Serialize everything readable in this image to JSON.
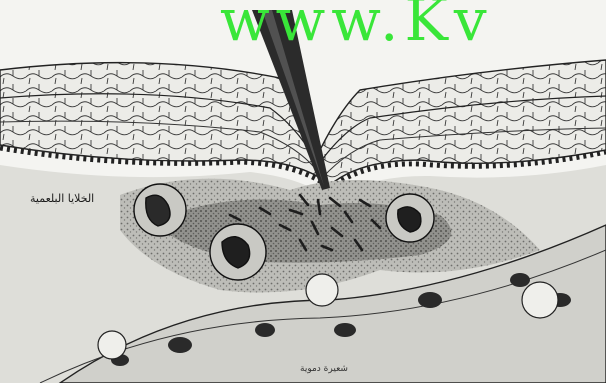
{
  "watermark": {
    "text": "www.Kv",
    "color": "#39e639"
  },
  "labels": {
    "plasma_cells": "الخلايا البلعمية",
    "blood_vessel": "شعيرة دموية"
  },
  "colors": {
    "skin": "#d9d9d3",
    "ink": "#222222",
    "tissue": "#9a9a96",
    "needle": "#2b2b2b"
  }
}
